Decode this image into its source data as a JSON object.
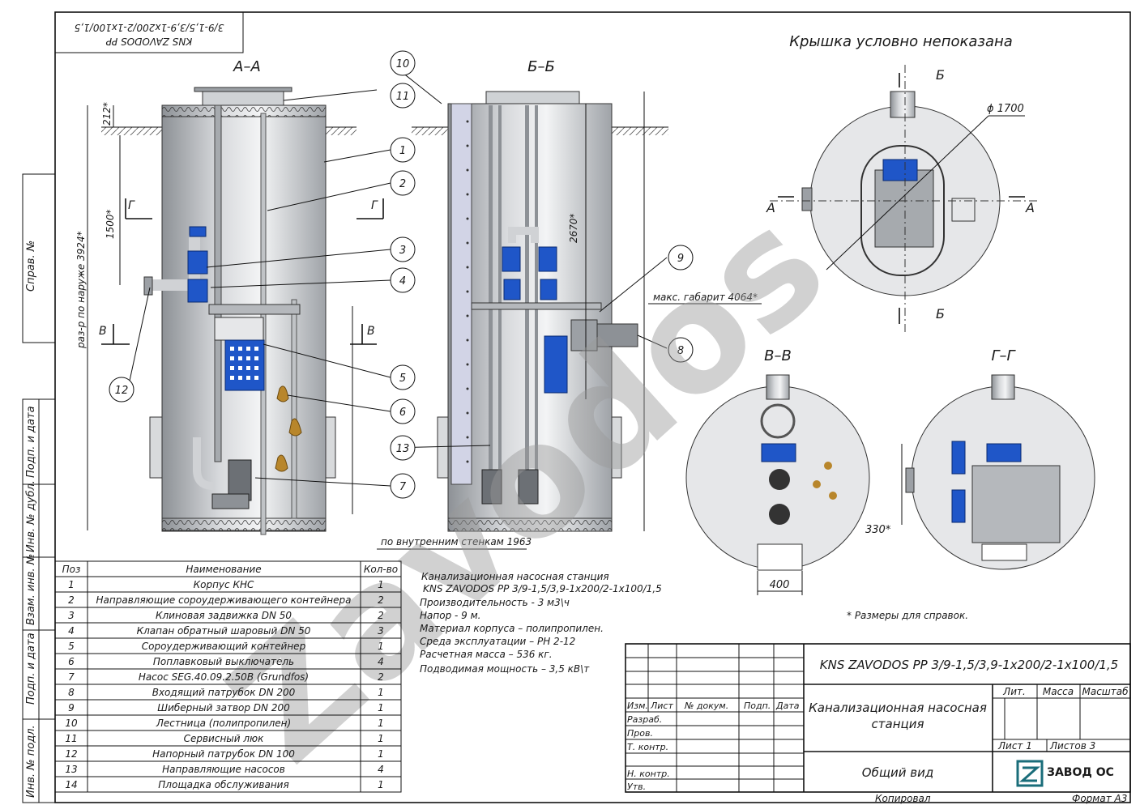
{
  "stamp": {
    "line1": "KNS ZAVODOS PP",
    "line2": "3/9-1,5/3,9-1x200/2-1x100/1,5"
  },
  "side_labels": [
    "Справ. №",
    "Подп. и дата",
    "Инв. № дубл.",
    "Взам. инв. №",
    "Подп. и дата",
    "Инв. № подл."
  ],
  "sections": {
    "aa": "А–А",
    "bb": "Б–Б",
    "vv": "В–В",
    "gg": "Г–Г"
  },
  "section_marks": {
    "a": "А",
    "b": "Б",
    "v": "В",
    "g": "Г"
  },
  "dims": {
    "d212": "212*",
    "d1500": "1500*",
    "d3924": "раз-р по наруже 3924*",
    "d2670": "2670*",
    "d4064": "макс. габарит 4064*",
    "d1963": "по внутренним стенкам 1963",
    "d1700": "ϕ 1700",
    "d400": "400",
    "d330": "330*"
  },
  "callouts": [
    "1",
    "2",
    "3",
    "4",
    "5",
    "6",
    "7",
    "8",
    "9",
    "10",
    "11",
    "12",
    "13"
  ],
  "cover_note": "Крышка условно непоказана",
  "reference_note": "* Размеры для справок.",
  "watermark": "Zavodos",
  "parts_table": {
    "headers": [
      "Поз",
      "Наименование",
      "Кол-во"
    ],
    "rows": [
      [
        "1",
        "Корпус КНС",
        "1"
      ],
      [
        "2",
        "Направляющие сороудерживающего контейнера",
        "2"
      ],
      [
        "3",
        "Клиновая задвижка DN 50",
        "2"
      ],
      [
        "4",
        "Клапан обратный шаровый DN 50",
        "3"
      ],
      [
        "5",
        "Сороудерживающий контейнер",
        "1"
      ],
      [
        "6",
        "Поплавковый выключатель",
        "4"
      ],
      [
        "7",
        "Насос SEG.40.09.2.50B (Grundfos)",
        "2"
      ],
      [
        "8",
        "Входящий патрубок DN 200",
        "1"
      ],
      [
        "9",
        "Шиберный затвор DN 200",
        "1"
      ],
      [
        "10",
        "Лестница (полипропилен)",
        "1"
      ],
      [
        "11",
        "Сервисный люк",
        "1"
      ],
      [
        "12",
        "Напорный патрубок DN 100",
        "1"
      ],
      [
        "13",
        "Направляющие насосов",
        "4"
      ],
      [
        "14",
        "Площадка обслуживания",
        "1"
      ]
    ]
  },
  "specs": [
    "Канализационная насосная станция",
    "KNS ZAVODOS PP 3/9-1,5/3,9-1x200/2-1x100/1,5",
    "Производительность - 3 м3\\ч",
    "Напор                    - 9 м.",
    "Материал корпуса – полипропилен.",
    "Среда эксплуатации –  PH 2-12",
    "Расчетная масса      –   536 кг.",
    "Подводимая мощность – 3,5 кВ\\т"
  ],
  "title_block": {
    "code": "KNS ZAVODOS PP 3/9-1,5/3,9-1x200/2-1x100/1,5",
    "name_line1": "Канализационная насосная",
    "name_line2": "станция",
    "view": "Общий вид",
    "hdr_izm": "Изм.",
    "hdr_list": "Лист",
    "hdr_doc": "№ докум.",
    "hdr_podp": "Подп.",
    "hdr_date": "Дата",
    "razrab": "Разраб.",
    "prov": "Пров.",
    "tkontr": "Т. контр.",
    "nkontr": "Н. контр.",
    "utv": "Утв.",
    "lit": "Лит.",
    "massa": "Масса",
    "masshtab": "Масштаб",
    "sheet": "Лист 1",
    "sheets": "Листов 3",
    "company": "ЗАВОД ОС",
    "copied": "Копировал",
    "format": "Формат A3"
  },
  "colors": {
    "steel": "#b5b8bc",
    "steel_light": "#e6e7e9",
    "blue": "#1f56c8",
    "brass": "#b8862b",
    "line": "#111111"
  }
}
